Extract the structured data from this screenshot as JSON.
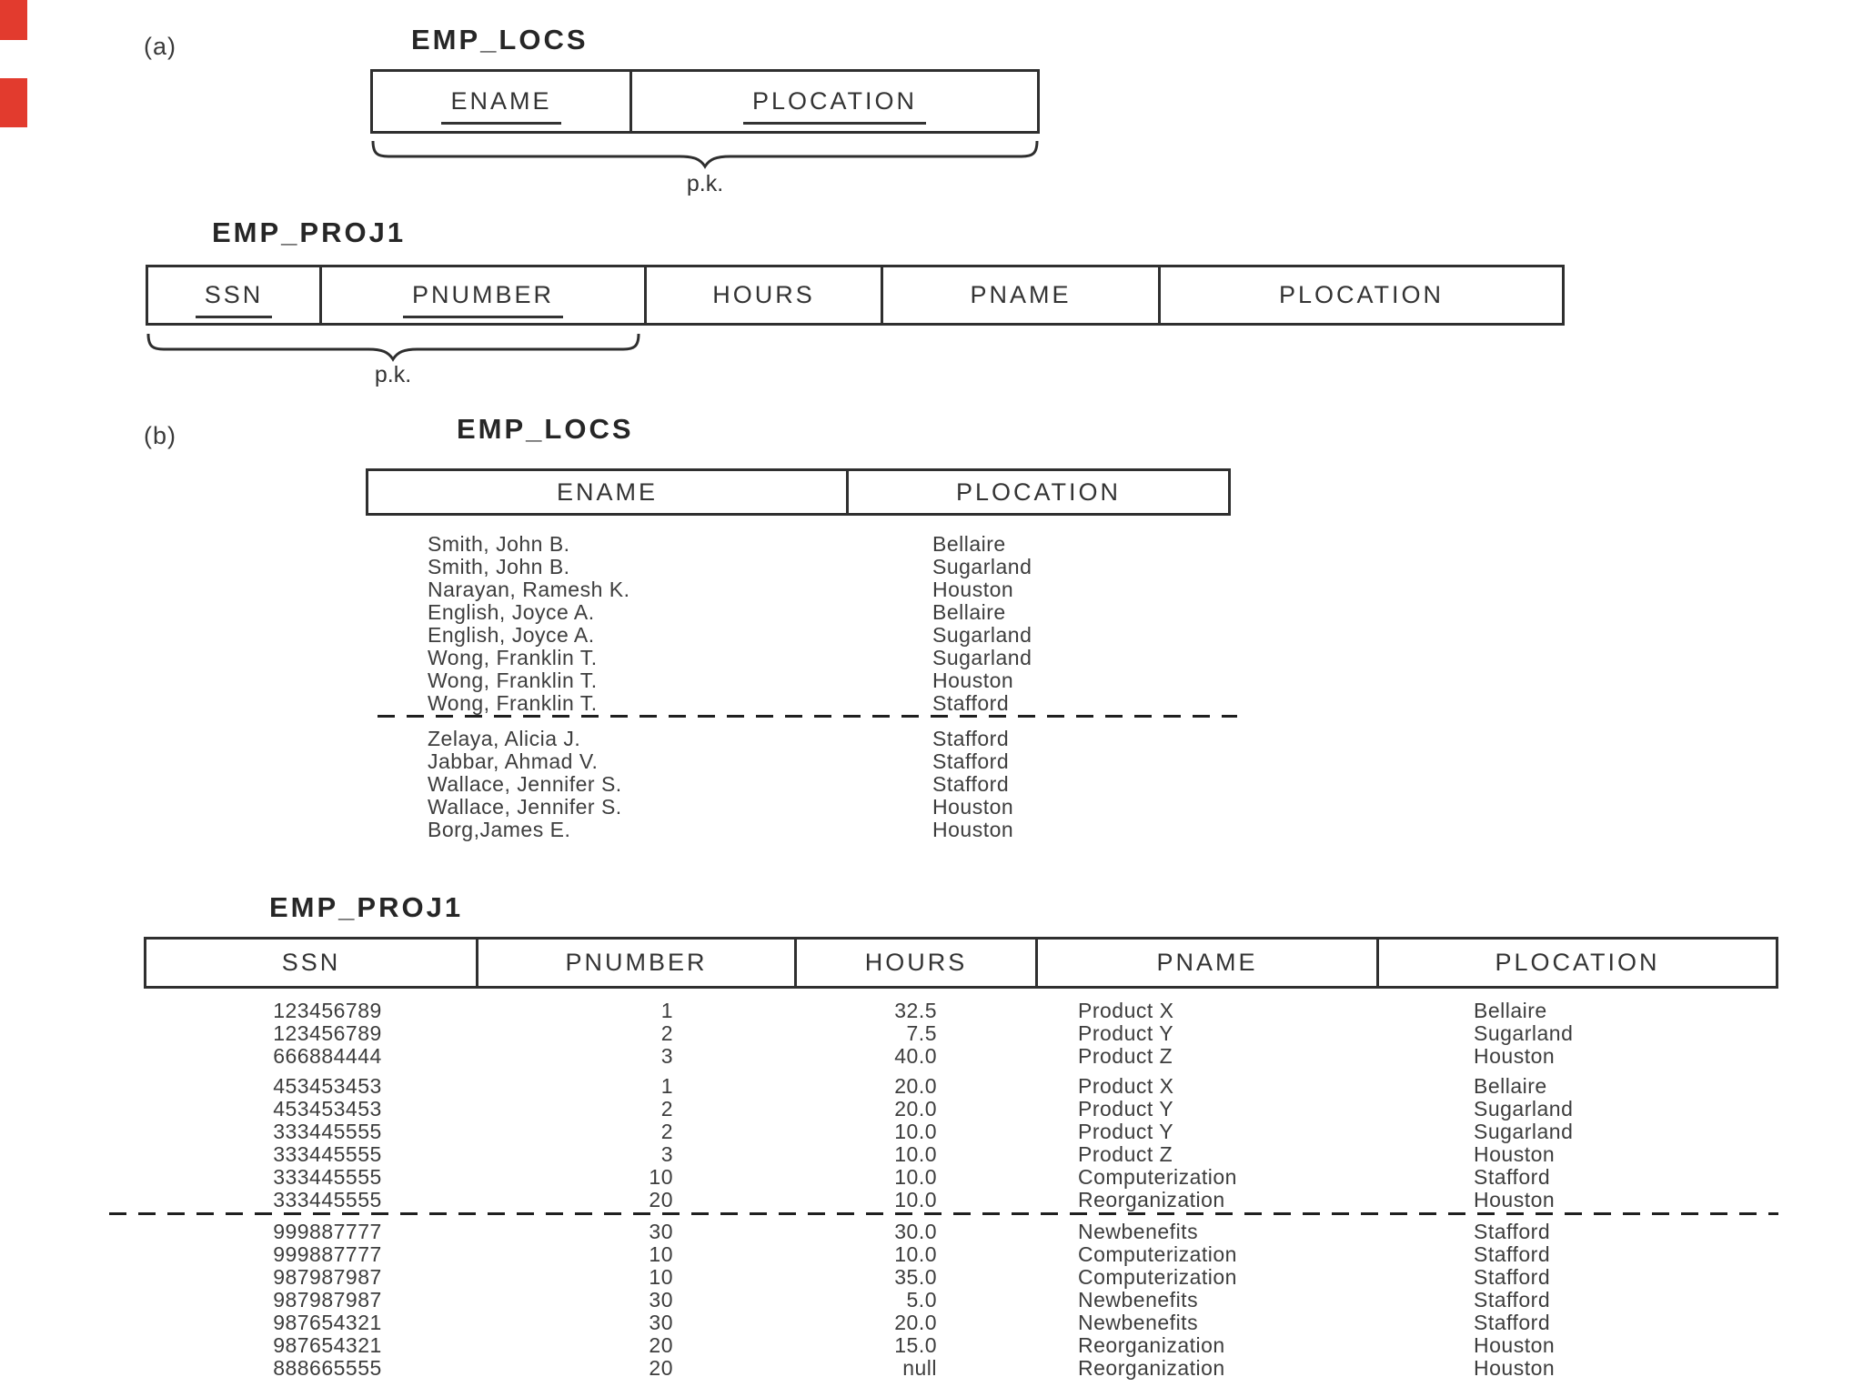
{
  "page": {
    "background": "#ffffff",
    "text_color": "#383838",
    "line_color": "#2f2f2f",
    "red_mark_color": "#e23b2e"
  },
  "section_a": {
    "label": "(a)",
    "emp_locs": {
      "title": "EMP_LOCS",
      "attributes": [
        "ENAME",
        "PLOCATION"
      ],
      "primary_key_attributes": [
        "ENAME",
        "PLOCATION"
      ],
      "pk_label": "p.k."
    },
    "emp_proj1": {
      "title": "EMP_PROJ1",
      "attributes": [
        "SSN",
        "PNUMBER",
        "HOURS",
        "PNAME",
        "PLOCATION"
      ],
      "primary_key_attributes": [
        "SSN",
        "PNUMBER"
      ],
      "pk_label": "p.k."
    }
  },
  "section_b": {
    "label": "(b)",
    "emp_locs": {
      "title": "EMP_LOCS",
      "columns": [
        "ENAME",
        "PLOCATION"
      ],
      "rows": [
        {
          "ename": "Smith, John B.",
          "plocation": "Bellaire"
        },
        {
          "ename": "Smith, John B.",
          "plocation": "Sugarland"
        },
        {
          "ename": "Narayan, Ramesh K.",
          "plocation": "Houston"
        },
        {
          "ename": "English, Joyce A.",
          "plocation": "Bellaire"
        },
        {
          "ename": "English, Joyce A.",
          "plocation": "Sugarland"
        },
        {
          "ename": "Wong, Franklin T.",
          "plocation": "Sugarland"
        },
        {
          "ename": "Wong, Franklin T.",
          "plocation": "Houston"
        },
        {
          "ename": "Wong, Franklin T.",
          "plocation": "Stafford"
        },
        {
          "ename": "Zelaya, Alicia J.",
          "plocation": "Stafford"
        },
        {
          "ename": "Jabbar, Ahmad V.",
          "plocation": "Stafford"
        },
        {
          "ename": "Wallace, Jennifer S.",
          "plocation": "Stafford"
        },
        {
          "ename": "Wallace, Jennifer S.",
          "plocation": "Houston"
        },
        {
          "ename": "Borg,James E.",
          "plocation": "Houston"
        }
      ]
    },
    "emp_proj1": {
      "title": "EMP_PROJ1",
      "columns": [
        "SSN",
        "PNUMBER",
        "HOURS",
        "PNAME",
        "PLOCATION"
      ],
      "rows": [
        {
          "ssn": "123456789",
          "pnumber": "1",
          "hours": "32.5",
          "pname": "Product X",
          "plocation": "Bellaire"
        },
        {
          "ssn": "123456789",
          "pnumber": "2",
          "hours": "7.5",
          "pname": "Product Y",
          "plocation": "Sugarland"
        },
        {
          "ssn": "666884444",
          "pnumber": "3",
          "hours": "40.0",
          "pname": "Product Z",
          "plocation": "Houston"
        },
        {
          "ssn": "453453453",
          "pnumber": "1",
          "hours": "20.0",
          "pname": "Product X",
          "plocation": "Bellaire"
        },
        {
          "ssn": "453453453",
          "pnumber": "2",
          "hours": "20.0",
          "pname": "Product Y",
          "plocation": "Sugarland"
        },
        {
          "ssn": "333445555",
          "pnumber": "2",
          "hours": "10.0",
          "pname": "Product Y",
          "plocation": "Sugarland"
        },
        {
          "ssn": "333445555",
          "pnumber": "3",
          "hours": "10.0",
          "pname": "Product Z",
          "plocation": "Houston"
        },
        {
          "ssn": "333445555",
          "pnumber": "10",
          "hours": "10.0",
          "pname": "Computerization",
          "plocation": "Stafford"
        },
        {
          "ssn": "333445555",
          "pnumber": "20",
          "hours": "10.0",
          "pname": "Reorganization",
          "plocation": "Houston"
        },
        {
          "ssn": "999887777",
          "pnumber": "30",
          "hours": "30.0",
          "pname": "Newbenefits",
          "plocation": "Stafford"
        },
        {
          "ssn": "999887777",
          "pnumber": "10",
          "hours": "10.0",
          "pname": "Computerization",
          "plocation": "Stafford"
        },
        {
          "ssn": "987987987",
          "pnumber": "10",
          "hours": "35.0",
          "pname": "Computerization",
          "plocation": "Stafford"
        },
        {
          "ssn": "987987987",
          "pnumber": "30",
          "hours": "5.0",
          "pname": "Newbenefits",
          "plocation": "Stafford"
        },
        {
          "ssn": "987654321",
          "pnumber": "30",
          "hours": "20.0",
          "pname": "Newbenefits",
          "plocation": "Stafford"
        },
        {
          "ssn": "987654321",
          "pnumber": "20",
          "hours": "15.0",
          "pname": "Reorganization",
          "plocation": "Houston"
        },
        {
          "ssn": "888665555",
          "pnumber": "20",
          "hours": "null",
          "pname": "Reorganization",
          "plocation": "Houston"
        }
      ]
    }
  }
}
